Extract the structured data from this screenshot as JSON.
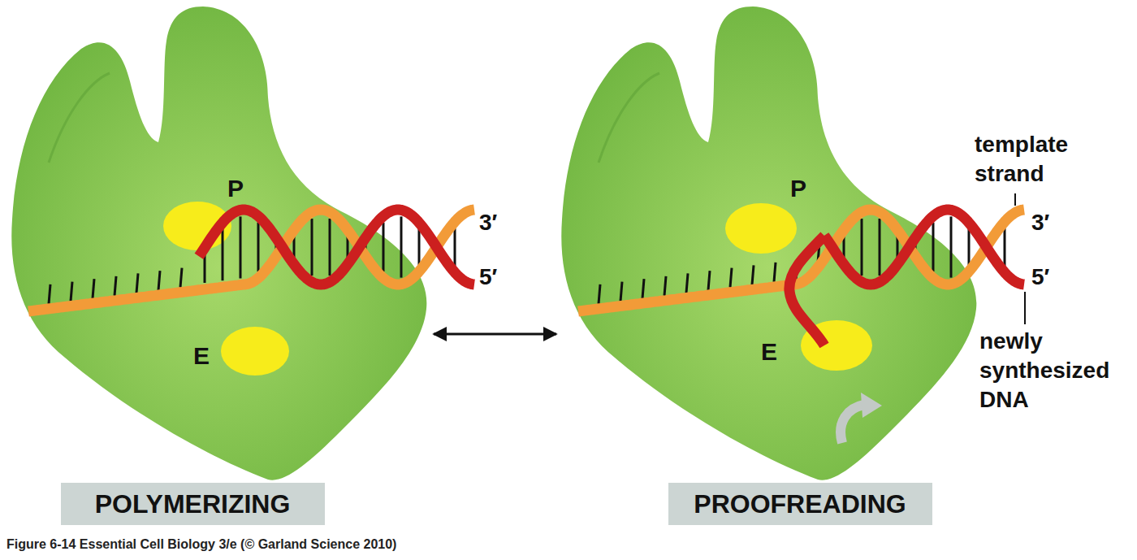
{
  "diagram": {
    "caption": "Figure 6-14 Essential Cell Biology 3/e (© Garland Science 2010)",
    "nodes": [
      {
        "text": [
          "P",
          "E"
        ]
      },
      {
        "text": [
          "P",
          "E"
        ]
      },
      {
        "text": [
          "POLYMERIZING"
        ]
      },
      {
        "text": [
          "PROOFREADING"
        ]
      }
    ],
    "edges": [
      {
        "from": 0,
        "to": 1,
        "arrow": "both"
      }
    ],
    "labels": [
      "3′",
      "5′",
      "template strand",
      "3′",
      "5′",
      "newly synthesized DNA"
    ]
  }
}
